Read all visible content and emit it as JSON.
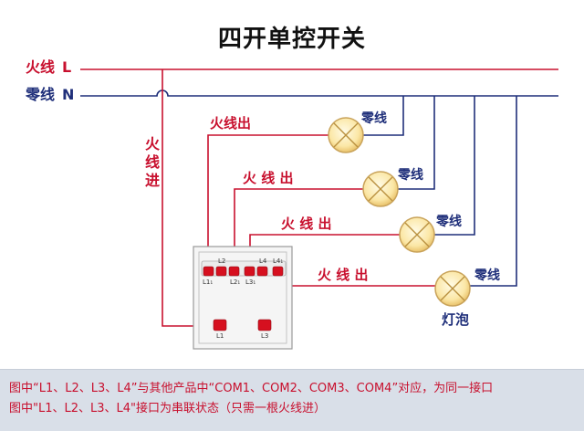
{
  "title": "四开单控开关",
  "wires": {
    "live_label": "火线",
    "live_letter": "L",
    "neutral_label": "零线",
    "neutral_letter": "N",
    "live_in": "火线进"
  },
  "branches": [
    {
      "live_out": "火线出",
      "neutral": "零线"
    },
    {
      "live_out": "火 线 出",
      "neutral": "零线"
    },
    {
      "live_out": "火 线 出",
      "neutral": "零线"
    },
    {
      "live_out": "火 线 出",
      "neutral": "零线"
    }
  ],
  "bulb_label": "灯泡",
  "switch": {
    "top_labels": [
      "L2",
      "L4",
      "L4₁"
    ],
    "bottom_labels": [
      "L1₁",
      "L2₁",
      "L3₁"
    ],
    "common_labels": [
      "L1",
      "L3"
    ]
  },
  "notes": {
    "line1": "图中“L1、L2、L3、L4”与其他产品中“COM1、COM2、COM3、COM4”对应，为同一接口",
    "line2": "图中\"L1、L2、L3、L4\"接口为串联状态（只需一根火线进）"
  },
  "colors": {
    "live": "#c8102e",
    "neutral": "#1f2f7a",
    "note_bg": "#d9dfe8"
  }
}
